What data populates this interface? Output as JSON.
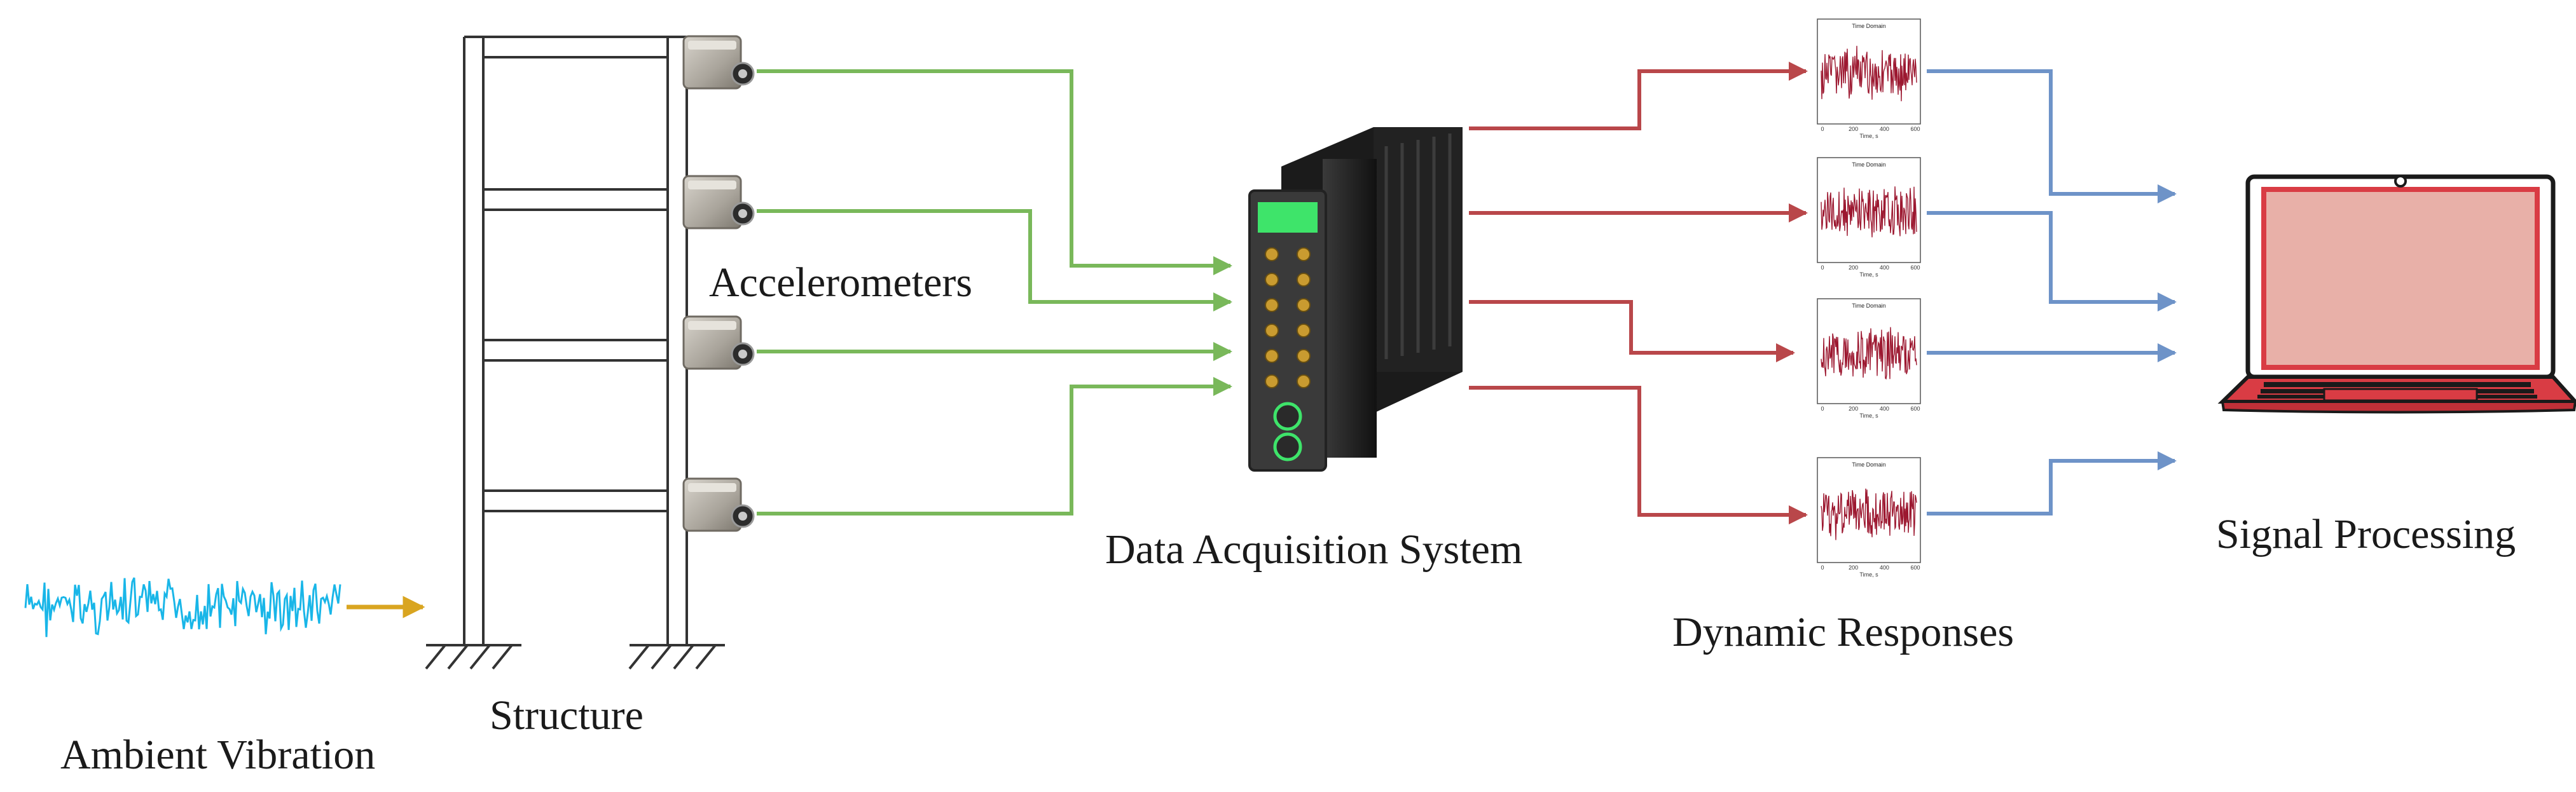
{
  "labels": {
    "ambient_vibration": "Ambient Vibration",
    "structure": "Structure",
    "accelerometers": "Accelerometers",
    "data_acquisition": "Data Acquisition System",
    "dynamic_responses": "Dynamic Responses",
    "signal_processing": "Signal Processing"
  },
  "plots": {
    "title": "Time Domain",
    "x_label": "Time, s",
    "x_ticks": [
      "0",
      "200",
      "400",
      "600"
    ],
    "count": 4
  },
  "colors": {
    "ambient_signal": "#19b6e8",
    "input_arrow": "#d9a520",
    "sensor_arrows": "#79b85a",
    "daq_arrows": "#b9474a",
    "processing_arrows": "#6e93c8",
    "response_signal": "#9c1830",
    "laptop": "#d93c44",
    "structure_lines": "#333333"
  },
  "icons": {
    "sensors": "accelerometer-icon",
    "daq": "daq-module-icon",
    "laptop": "laptop-icon"
  }
}
